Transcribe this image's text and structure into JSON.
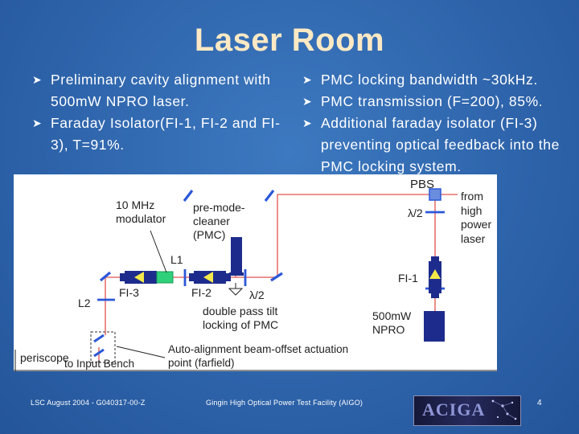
{
  "slide": {
    "title": "Laser Room",
    "left_bullets": [
      "Preliminary cavity alignment with 500mW NPRO laser.",
      "Faraday Isolator(FI-1, FI-2 and FI-3), T=91%."
    ],
    "right_bullets": [
      "PMC locking bandwidth ~30kHz.",
      "PMC transmission (F=200), 85%.",
      "Additional faraday isolator (FI-3) preventing optical feedback into the PMC locking system."
    ],
    "bullet_icon": "arrowhead-bullet-icon"
  },
  "diagram": {
    "labels": {
      "pbs": "PBS",
      "lambda2_top": "λ/2",
      "from_laser": "from high power laser",
      "modulator": "10 MHz modulator",
      "pmc": "pre-mode-cleaner (PMC)",
      "l1": "L1",
      "l2": "L2",
      "fi3": "FI-3",
      "fi2": "FI-2",
      "lambda2_mid": "λ/2",
      "fi1": "FI-1",
      "double_pass": "double pass tilt locking of PMC",
      "npro": "500mW NPRO",
      "periscope": "periscope",
      "input_bench": "to Input Bench",
      "autoalign": "Auto-alignment beam-offset actuation point (farfield)"
    }
  },
  "footer": {
    "left": "LSC August 2004 - G040317-00-Z",
    "center": "Gingin High Optical Power Test Facility (AIGO)",
    "logo": "ACIGA",
    "page": "4"
  },
  "colors": {
    "background": "#2e64ab",
    "title": "#ffe9c4",
    "beam": "#e0534f",
    "component": "#1d2c8c",
    "modulator": "#2fd07a"
  }
}
